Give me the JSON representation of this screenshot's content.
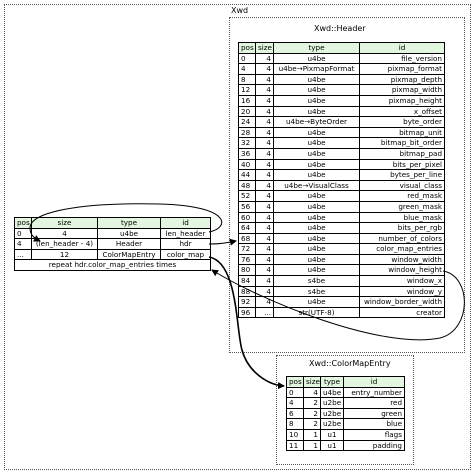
{
  "outer_cluster": {
    "label": "Xwd"
  },
  "header_cluster": {
    "label": "Xwd::Header"
  },
  "entry_cluster": {
    "label": "Xwd::ColorMapEntry"
  },
  "columns": {
    "pos": "pos",
    "size": "size",
    "type": "type",
    "id": "id"
  },
  "xwd_seq": [
    {
      "pos": "0",
      "size": "4",
      "type": "u4be",
      "id": "len_header"
    },
    {
      "pos": "4",
      "size": "(len_header - 4)",
      "type": "Header",
      "id": "hdr"
    },
    {
      "pos": "...",
      "size": "12",
      "type": "ColorMapEntry",
      "id": "color_map"
    }
  ],
  "xwd_repeat": "repeat hdr.color_map_entries times",
  "header_seq": [
    {
      "pos": "0",
      "size": "4",
      "type": "u4be",
      "id": "file_version"
    },
    {
      "pos": "4",
      "size": "4",
      "type": "u4be→PixmapFormat",
      "id": "pixmap_format"
    },
    {
      "pos": "8",
      "size": "4",
      "type": "u4be",
      "id": "pixmap_depth"
    },
    {
      "pos": "12",
      "size": "4",
      "type": "u4be",
      "id": "pixmap_width"
    },
    {
      "pos": "16",
      "size": "4",
      "type": "u4be",
      "id": "pixmap_height"
    },
    {
      "pos": "20",
      "size": "4",
      "type": "u4be",
      "id": "x_offset"
    },
    {
      "pos": "24",
      "size": "4",
      "type": "u4be→ByteOrder",
      "id": "byte_order"
    },
    {
      "pos": "28",
      "size": "4",
      "type": "u4be",
      "id": "bitmap_unit"
    },
    {
      "pos": "32",
      "size": "4",
      "type": "u4be",
      "id": "bitmap_bit_order"
    },
    {
      "pos": "36",
      "size": "4",
      "type": "u4be",
      "id": "bitmap_pad"
    },
    {
      "pos": "40",
      "size": "4",
      "type": "u4be",
      "id": "bits_per_pixel"
    },
    {
      "pos": "44",
      "size": "4",
      "type": "u4be",
      "id": "bytes_per_line"
    },
    {
      "pos": "48",
      "size": "4",
      "type": "u4be→VisualClass",
      "id": "visual_class"
    },
    {
      "pos": "52",
      "size": "4",
      "type": "u4be",
      "id": "red_mask"
    },
    {
      "pos": "56",
      "size": "4",
      "type": "u4be",
      "id": "green_mask"
    },
    {
      "pos": "60",
      "size": "4",
      "type": "u4be",
      "id": "blue_mask"
    },
    {
      "pos": "64",
      "size": "4",
      "type": "u4be",
      "id": "bits_per_rgb"
    },
    {
      "pos": "68",
      "size": "4",
      "type": "u4be",
      "id": "number_of_colors"
    },
    {
      "pos": "72",
      "size": "4",
      "type": "u4be",
      "id": "color_map_entries"
    },
    {
      "pos": "76",
      "size": "4",
      "type": "u4be",
      "id": "window_width"
    },
    {
      "pos": "80",
      "size": "4",
      "type": "u4be",
      "id": "window_height"
    },
    {
      "pos": "84",
      "size": "4",
      "type": "s4be",
      "id": "window_x"
    },
    {
      "pos": "88",
      "size": "4",
      "type": "s4be",
      "id": "window_y"
    },
    {
      "pos": "92",
      "size": "4",
      "type": "u4be",
      "id": "window_border_width"
    },
    {
      "pos": "96",
      "size": "...",
      "type": "str(UTF-8)",
      "id": "creator"
    }
  ],
  "entry_seq": [
    {
      "pos": "0",
      "size": "4",
      "type": "u4be",
      "id": "entry_number"
    },
    {
      "pos": "4",
      "size": "2",
      "type": "u2be",
      "id": "red"
    },
    {
      "pos": "6",
      "size": "2",
      "type": "u2be",
      "id": "green"
    },
    {
      "pos": "8",
      "size": "2",
      "type": "u2be",
      "id": "blue"
    },
    {
      "pos": "10",
      "size": "1",
      "type": "u1",
      "id": "flags"
    },
    {
      "pos": "11",
      "size": "1",
      "type": "u1",
      "id": "padding"
    }
  ]
}
